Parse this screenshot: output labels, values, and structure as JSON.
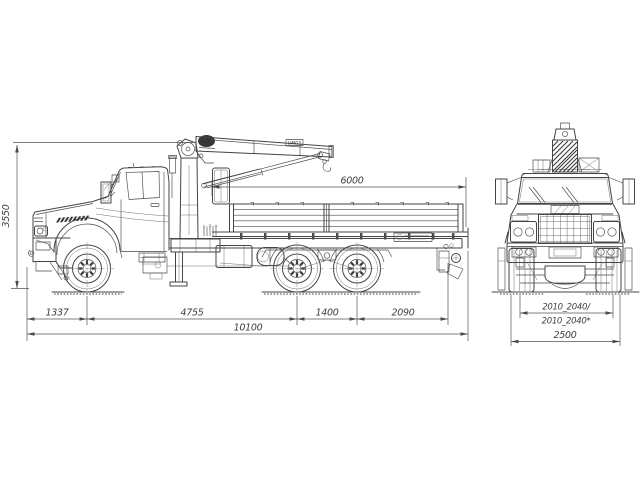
{
  "drawing": {
    "type": "truck with loader crane - outline dimensional drawing",
    "side_view": {
      "dimensions": {
        "height": "3550",
        "platform_length": "6000",
        "front_overhang": "1337",
        "wheelbase": "4755",
        "rear_bogie_spacing": "1400",
        "rear_overhang": "2090",
        "overall_length": "10100"
      },
      "boom_marking": "UM03"
    },
    "front_view": {
      "dimensions": {
        "track_variant_a": "2010_2040/",
        "track_variant_b": "2010_2040*",
        "overall_width": "2500"
      }
    }
  }
}
